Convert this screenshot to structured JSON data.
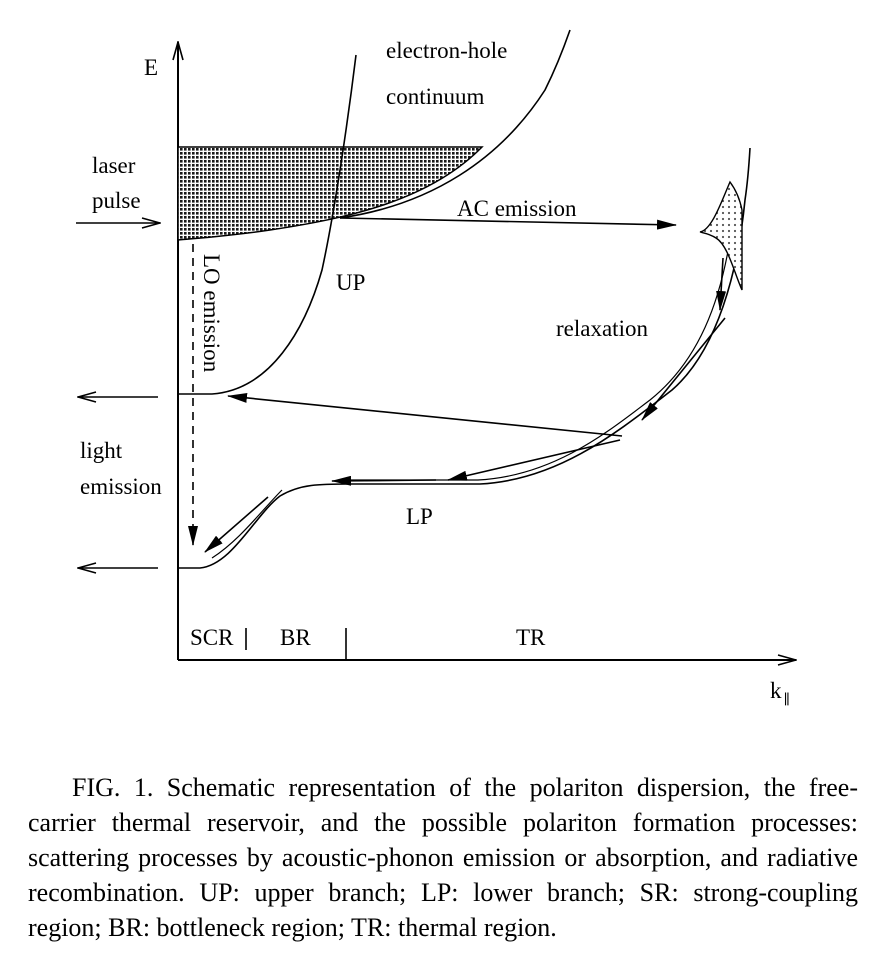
{
  "labels": {
    "energy_axis": "E",
    "momentum_axis": "k",
    "momentum_sub": "∥",
    "electron_hole_1": "electron-hole",
    "electron_hole_2": "continuum",
    "laser_1": "laser",
    "laser_2": "pulse",
    "ac_emission": "AC emission",
    "lo_emission": "LO emission",
    "up": "UP",
    "lp": "LP",
    "relaxation": "relaxation",
    "light_1": "light",
    "light_2": "emission",
    "scr": "SCR",
    "br": "BR",
    "tr": "TR"
  },
  "caption": "FIG. 1. Schematic representation of the polariton dispersion, the free-carrier thermal reservoir, and the possible polariton formation processes: scattering processes by acoustic-phonon emission or absorption, and radiative recombination. UP: upper branch; LP: lower branch; SR: strong-coupling region; BR: bottleneck region; TR: thermal region."
}
